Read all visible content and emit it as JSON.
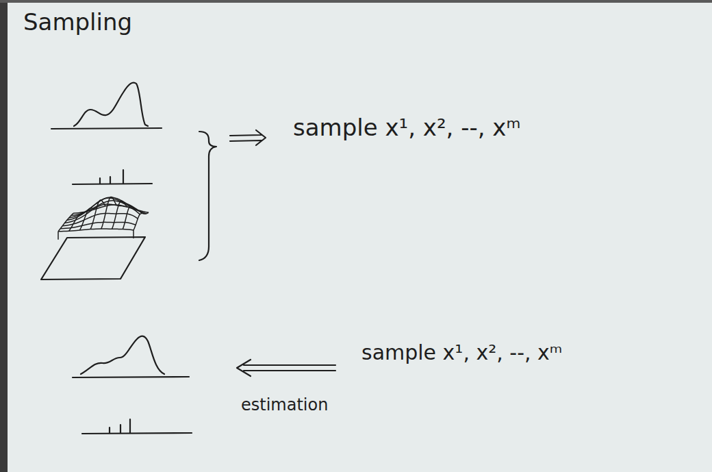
{
  "diagram": {
    "title": "Sampling",
    "labels": [
      "sample x¹, x², --, xᵐ",
      "sample x¹, x², --, xᵐ",
      "estimation"
    ]
  }
}
